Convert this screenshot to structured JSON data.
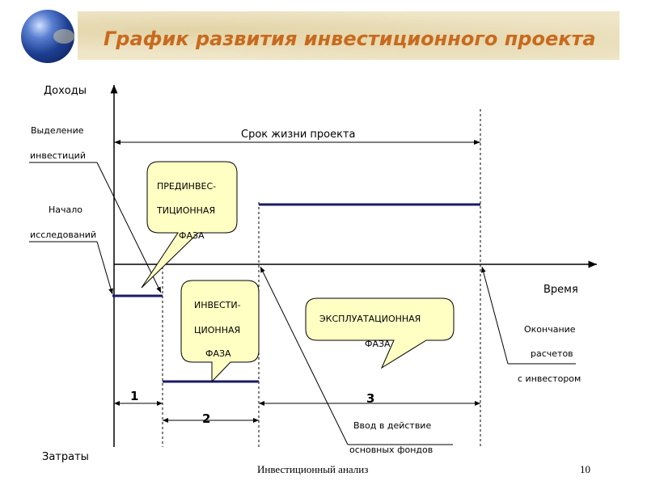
{
  "title": "График развития инвестиционного проекта",
  "axes": {
    "y_top": "Доходы",
    "y_bottom": "Затраты",
    "x_right": "Время"
  },
  "labels": {
    "lifetime": "Срок жизни проекта",
    "invest_alloc_1": "Выделение",
    "invest_alloc_2": "инвестиций",
    "research_1": "Начало",
    "research_2": "исследований",
    "end_1": "Окончание",
    "end_2": "расчетов",
    "end_3": "с инвестором",
    "commission_1": "Ввод в действие",
    "commission_2": "основных фондов"
  },
  "callouts": {
    "pre_1": "ПРЕДИНВЕС-",
    "pre_2": "ТИЦИОННАЯ",
    "pre_3": "ФАЗА",
    "inv_1": "ИНВЕСТИ-",
    "inv_2": "ЦИОННАЯ",
    "inv_3": "ФАЗА",
    "op_1": "ЭКСПЛУАТАЦИОННАЯ",
    "op_2": "ФАЗА"
  },
  "phases": [
    "1",
    "2",
    "3"
  ],
  "footer": {
    "text": "Инвестиционный анализ",
    "page": "10"
  }
}
